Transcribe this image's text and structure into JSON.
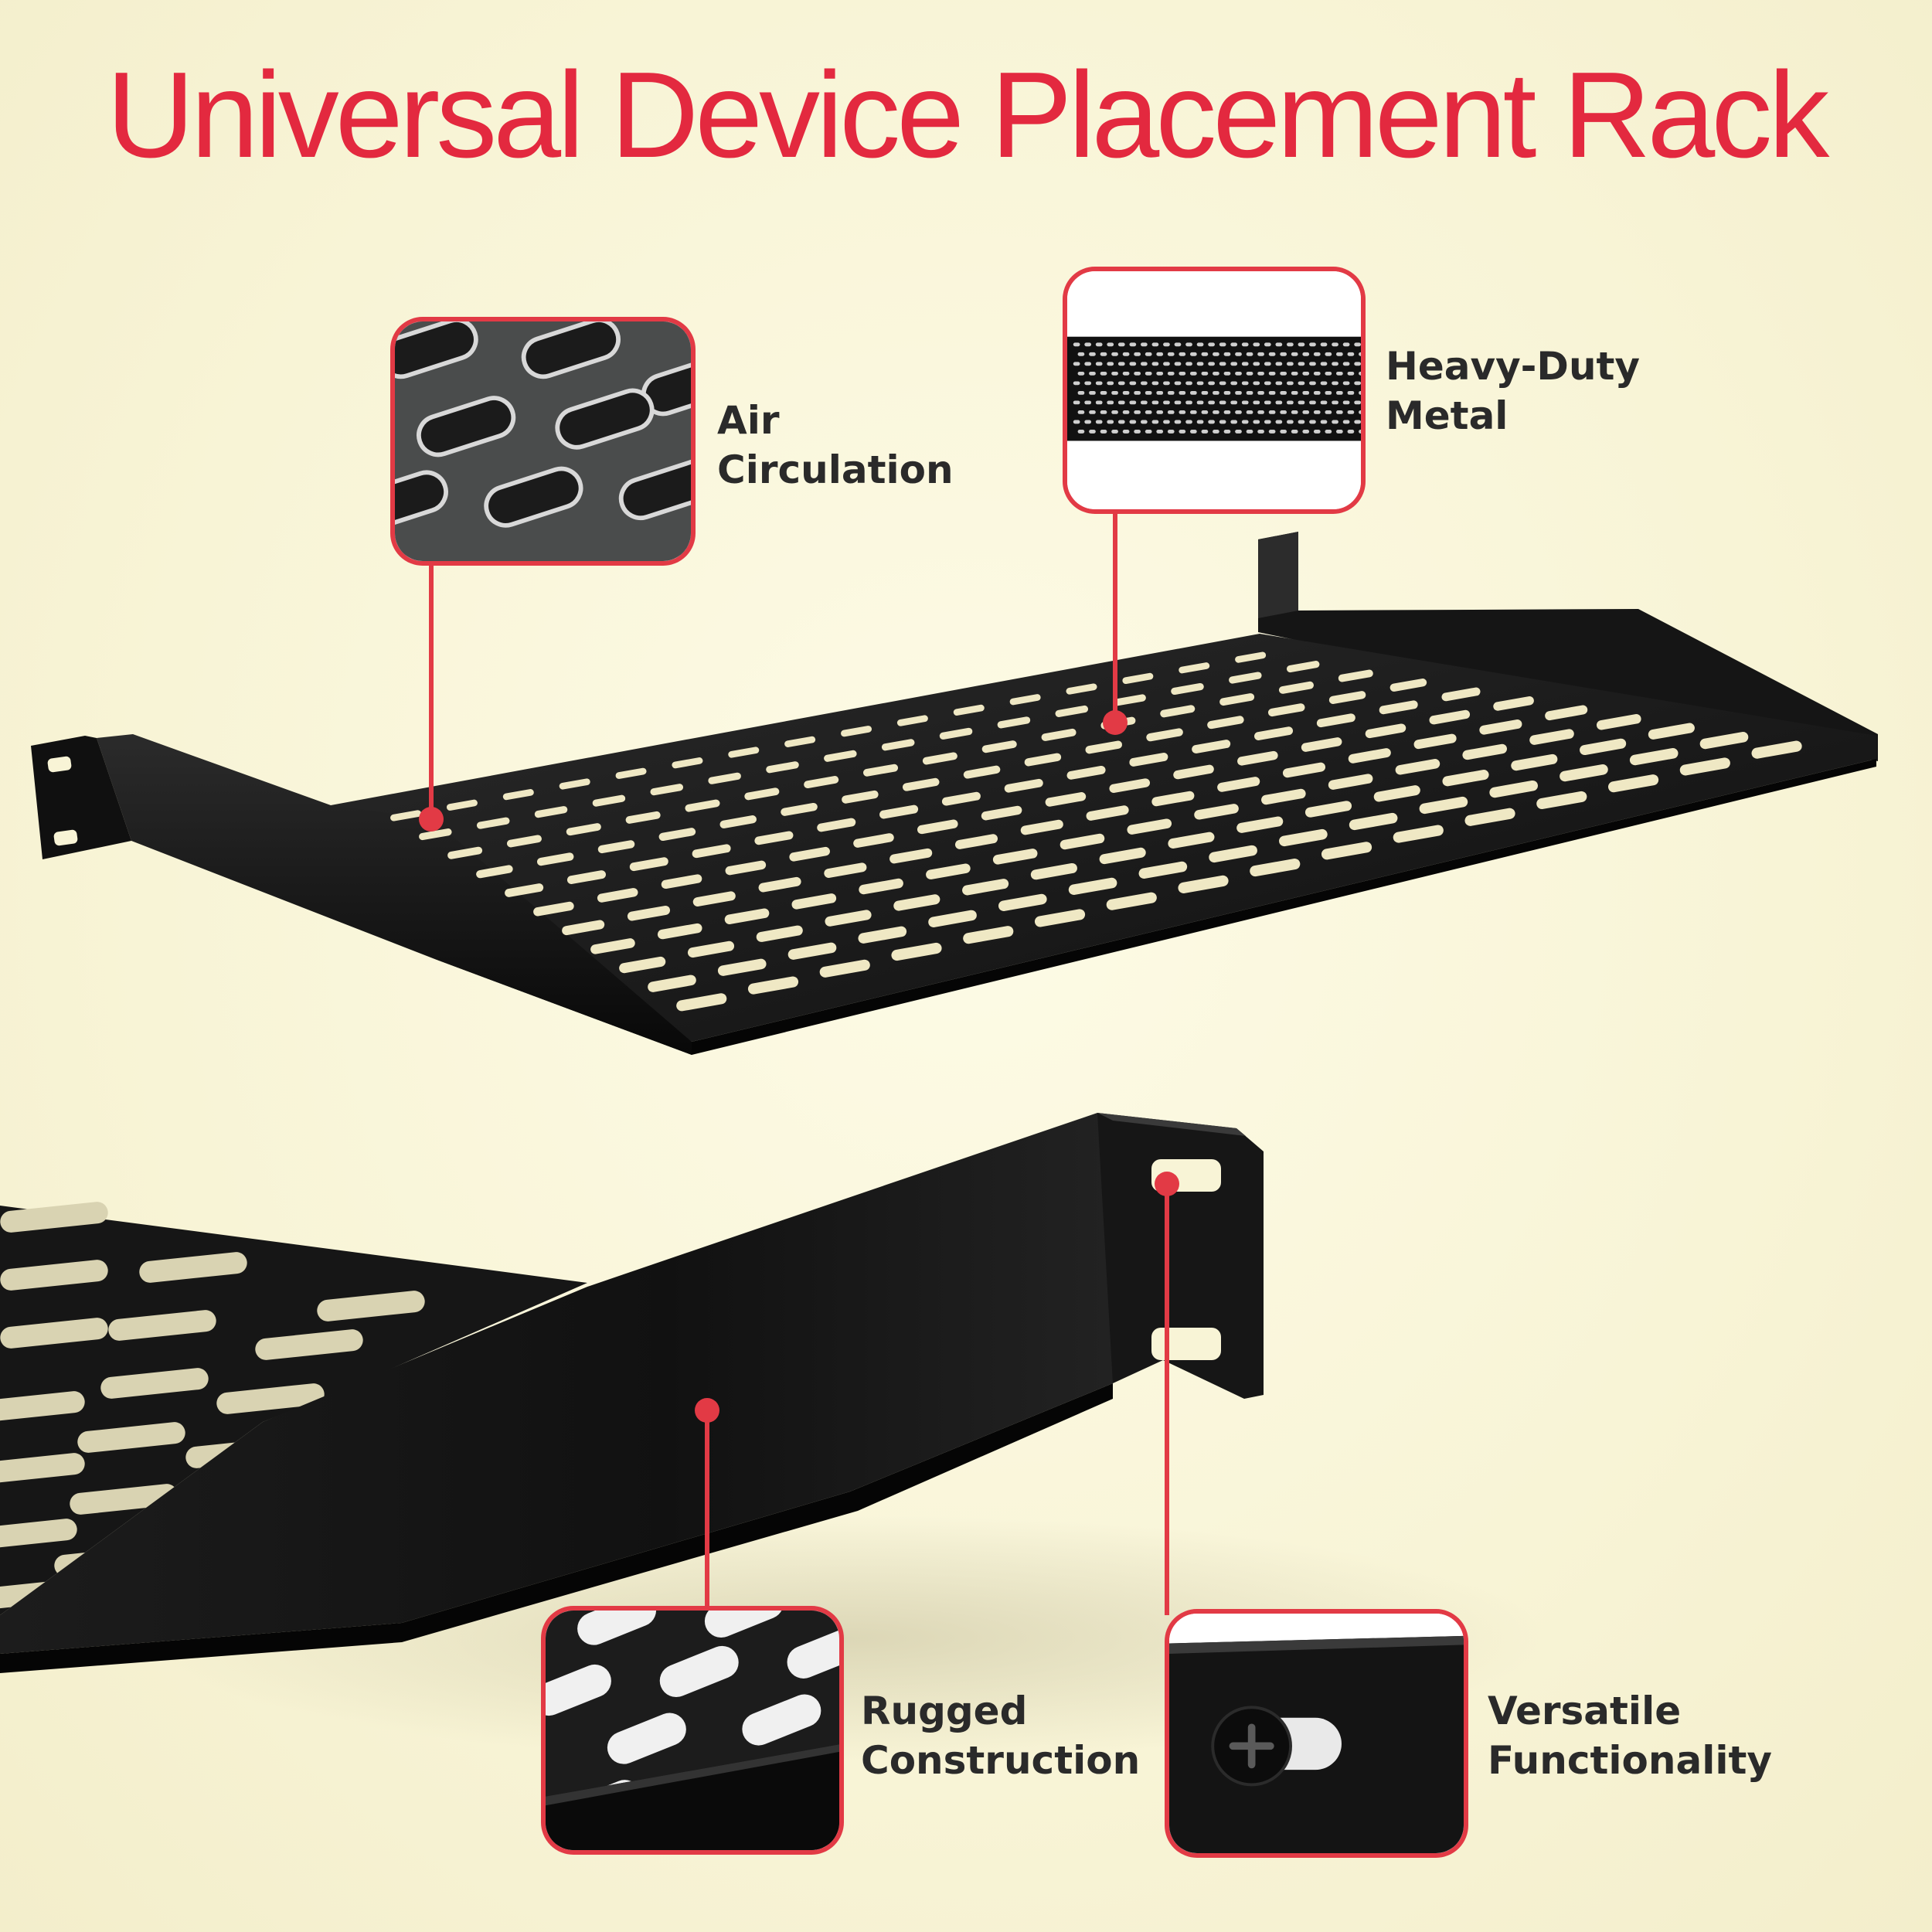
{
  "title": "Universal Device Placement Rack",
  "accent_color": "#e3293f",
  "features": [
    {
      "id": "air",
      "line1": "Air",
      "line2": "Circulation",
      "icon": "perforated-metal-closeup"
    },
    {
      "id": "metal",
      "line1": "Heavy-Duty",
      "line2": "Metal",
      "icon": "metal-mesh-sheet"
    },
    {
      "id": "rugged",
      "line1": "Rugged",
      "line2": "Construction",
      "icon": "shelf-edge-closeup"
    },
    {
      "id": "versatile",
      "line1": "Versatile",
      "line2": "Functionality",
      "icon": "mounting-screw-closeup"
    }
  ]
}
